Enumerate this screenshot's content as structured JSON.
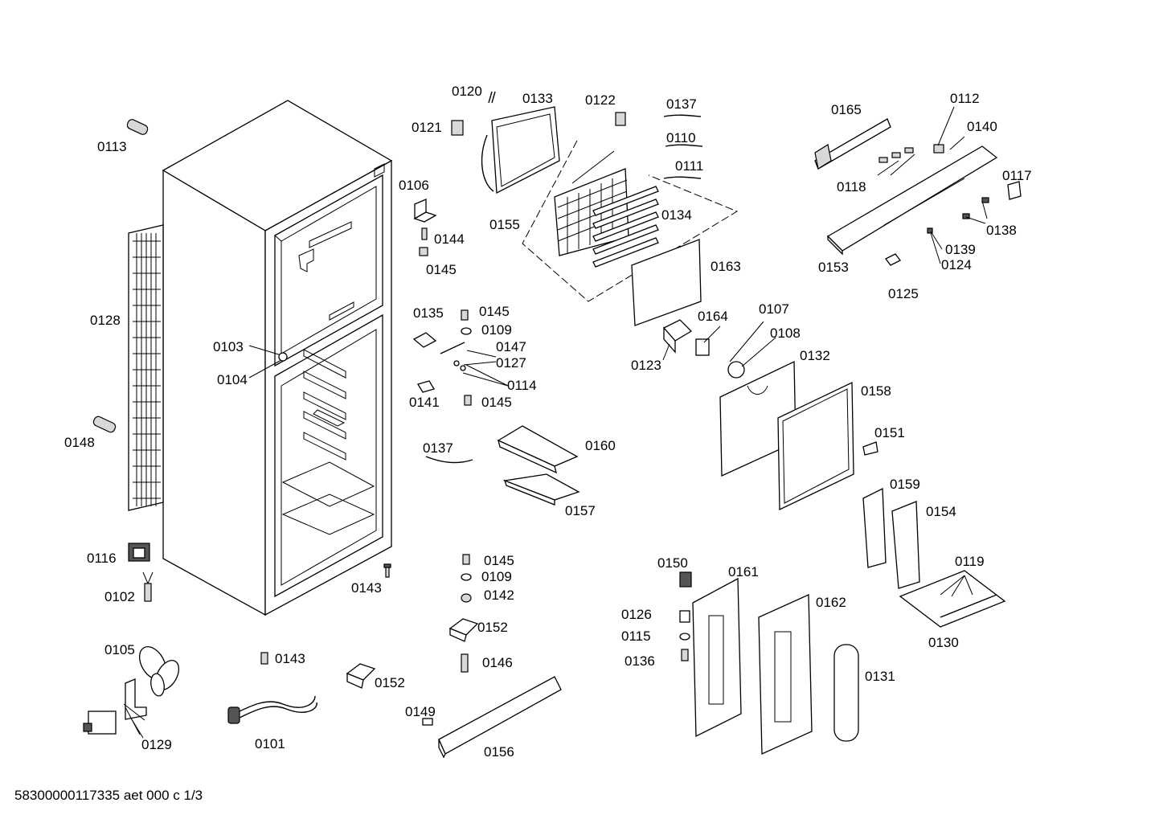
{
  "document_id": "58300000117335 aet 000 c 1/3",
  "part_labels": [
    "0113",
    "0128",
    "0103",
    "0104",
    "0148",
    "0116",
    "0102",
    "0105",
    "0129",
    "0143",
    "0101",
    "0152",
    "0120",
    "0133",
    "0121",
    "0106",
    "0144",
    "0145",
    "0155",
    "0122",
    "0137",
    "0110",
    "0111",
    "0134",
    "0163",
    "0135",
    "0109",
    "0147",
    "0127",
    "0114",
    "0141",
    "0160",
    "0157",
    "0123",
    "0164",
    "0107",
    "0108",
    "0132",
    "0158",
    "0151",
    "0165",
    "0112",
    "0140",
    "0118",
    "0117",
    "0138",
    "0153",
    "0139",
    "0124",
    "0125",
    "0159",
    "0154",
    "0119",
    "0130",
    "0142",
    "0146",
    "0149",
    "0156",
    "0150",
    "0161",
    "0126",
    "0115",
    "0136",
    "0162",
    "0131"
  ]
}
